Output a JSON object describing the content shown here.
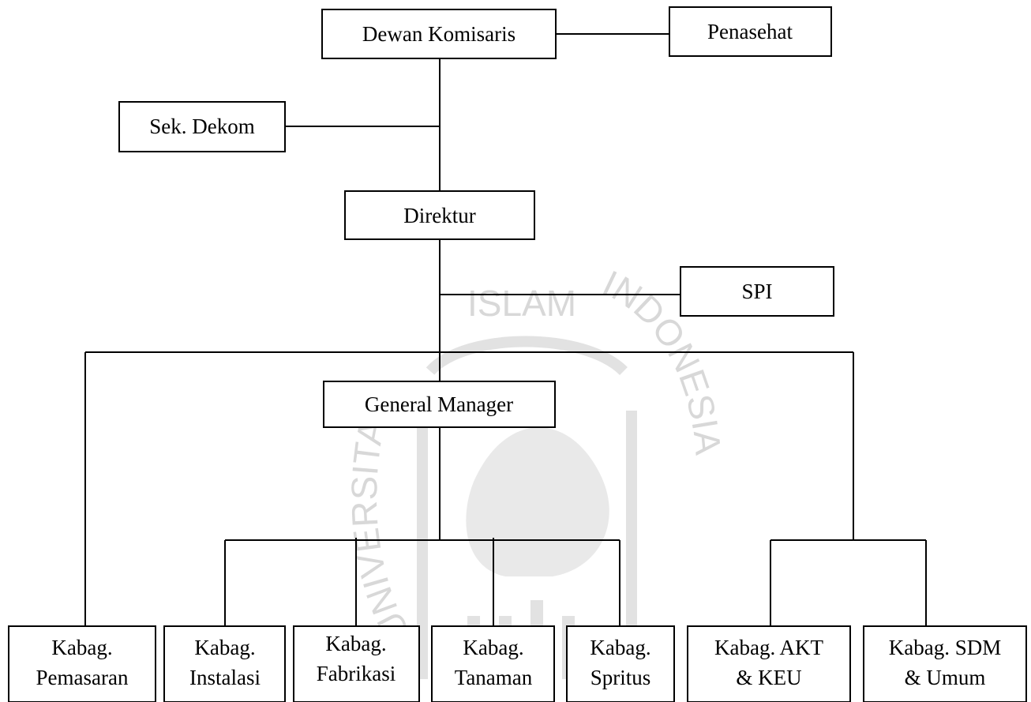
{
  "watermark": {
    "top_text": "ISLAM",
    "left_text": "UNIVERSITAS",
    "right_text": "INDONESIA"
  },
  "boxes": {
    "dewan_komisaris": {
      "lines": [
        "Dewan Komisaris"
      ]
    },
    "penasehat": {
      "lines": [
        "Penasehat"
      ]
    },
    "sek_dekom": {
      "lines": [
        "Sek. Dekom"
      ]
    },
    "direktur": {
      "lines": [
        "Direktur"
      ]
    },
    "spi": {
      "lines": [
        "SPI"
      ]
    },
    "general_manager": {
      "lines": [
        "General Manager"
      ]
    },
    "kabag_pemasaran": {
      "lines": [
        "Kabag.",
        "Pemasaran"
      ]
    },
    "kabag_instalasi": {
      "lines": [
        "Kabag.",
        "Instalasi"
      ]
    },
    "kabag_fabrikasi": {
      "lines": [
        "Kabag.",
        "Fabrikasi"
      ]
    },
    "kabag_tanaman": {
      "lines": [
        "Kabag.",
        "Tanaman"
      ]
    },
    "kabag_spritus": {
      "lines": [
        "Kabag.",
        "Spritus"
      ]
    },
    "kabag_akt_keu": {
      "lines": [
        "Kabag. AKT",
        "& KEU"
      ]
    },
    "kabag_sdm_umum": {
      "lines": [
        "Kabag. SDM",
        "& Umum"
      ]
    }
  }
}
